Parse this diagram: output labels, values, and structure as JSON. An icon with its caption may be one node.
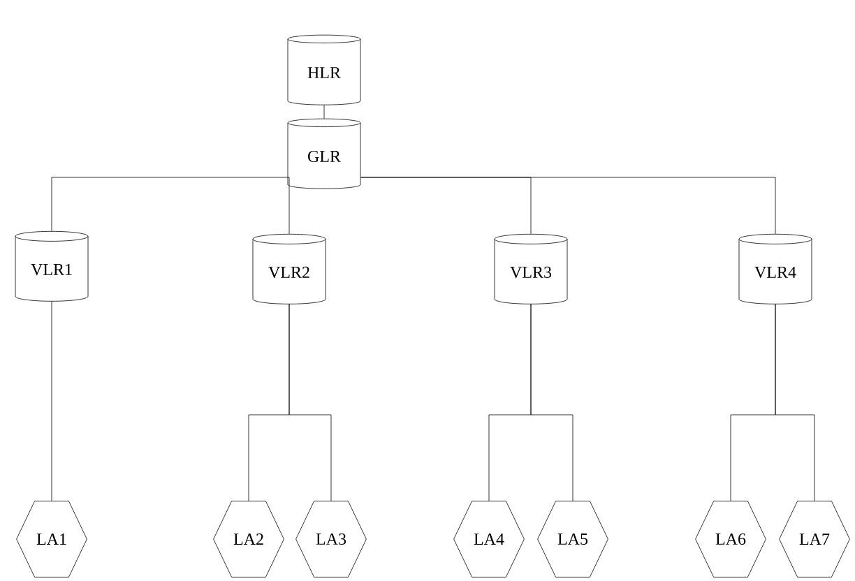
{
  "diagram": {
    "nodes": [
      {
        "text": [
          "HLR"
        ]
      },
      {
        "text": [
          "GLR"
        ]
      },
      {
        "text": [
          "VLR1"
        ]
      },
      {
        "text": [
          "VLR2"
        ]
      },
      {
        "text": [
          "VLR3"
        ]
      },
      {
        "text": [
          "VLR4"
        ]
      },
      {
        "text": [
          "LA1"
        ]
      },
      {
        "text": [
          "LA2"
        ]
      },
      {
        "text": [
          "LA3"
        ]
      },
      {
        "text": [
          "LA4"
        ]
      },
      {
        "text": [
          "LA5"
        ]
      },
      {
        "text": [
          "LA6"
        ]
      },
      {
        "text": [
          "LA7"
        ]
      }
    ],
    "edges": [
      {
        "from": 0,
        "to": 1,
        "arrow": "none"
      },
      {
        "from": 1,
        "to": 2,
        "arrow": "none"
      },
      {
        "from": 1,
        "to": 3,
        "arrow": "none"
      },
      {
        "from": 1,
        "to": 4,
        "arrow": "none"
      },
      {
        "from": 1,
        "to": 5,
        "arrow": "none"
      },
      {
        "from": 2,
        "to": 6,
        "arrow": "none"
      },
      {
        "from": 3,
        "to": 7,
        "arrow": "none"
      },
      {
        "from": 3,
        "to": 8,
        "arrow": "none"
      },
      {
        "from": 4,
        "to": 9,
        "arrow": "none"
      },
      {
        "from": 4,
        "to": 10,
        "arrow": "none"
      },
      {
        "from": 5,
        "to": 11,
        "arrow": "none"
      },
      {
        "from": 5,
        "to": 12,
        "arrow": "none"
      }
    ]
  }
}
